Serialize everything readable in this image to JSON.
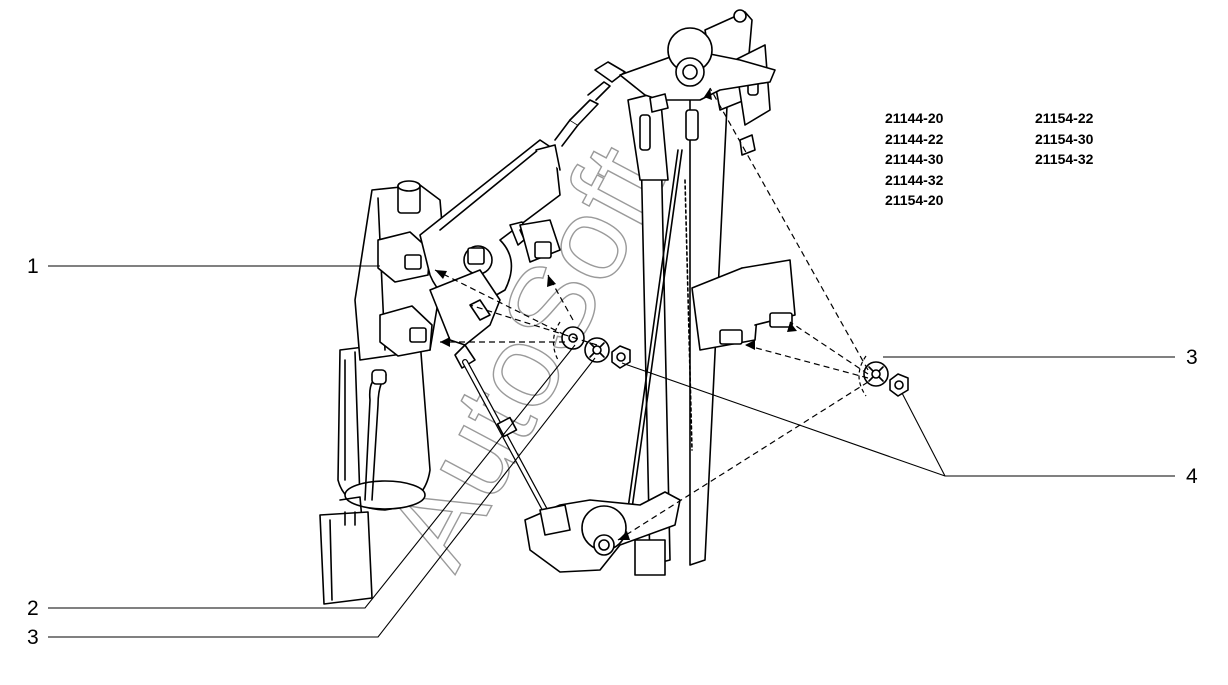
{
  "model_codes": {
    "column_left": [
      "21144-20",
      "21144-22",
      "21144-30",
      "21144-32",
      "21154-20"
    ],
    "column_right": [
      "21154-22",
      "21154-30",
      "21154-32"
    ]
  },
  "callouts": [
    {
      "id": "c1",
      "label": "1"
    },
    {
      "id": "c2",
      "label": "2"
    },
    {
      "id": "c3a",
      "label": "3"
    },
    {
      "id": "c3b",
      "label": "3"
    },
    {
      "id": "c4",
      "label": "4"
    }
  ],
  "watermark": {
    "text": "AutoSoft"
  }
}
